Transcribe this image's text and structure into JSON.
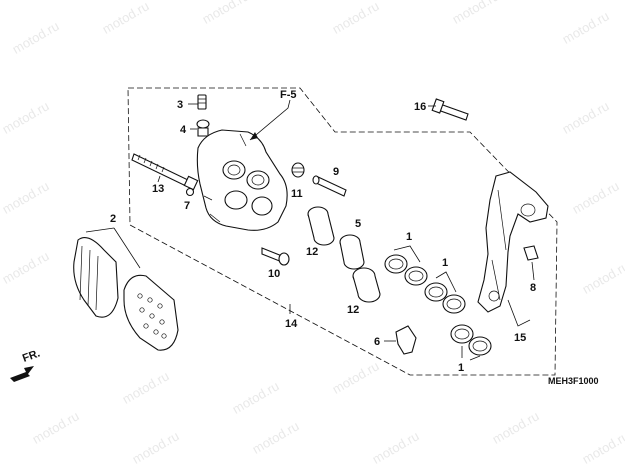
{
  "watermark_text": "motod.ru",
  "diagram_code": "MEH3F1000",
  "section_ref": "F-5",
  "direction_label": "FR.",
  "callouts": {
    "c1a": "1",
    "c1b": "1",
    "c1c": "1",
    "c2": "2",
    "c3": "3",
    "c4": "4",
    "c5": "5",
    "c6": "6",
    "c7": "7",
    "c8": "8",
    "c9": "9",
    "c10": "10",
    "c11": "11",
    "c12a": "12",
    "c12b": "12",
    "c13": "13",
    "c14": "14",
    "c15": "15",
    "c16": "16"
  },
  "colors": {
    "line": "#111111",
    "watermark": "#e9e9e9",
    "background": "#ffffff"
  }
}
